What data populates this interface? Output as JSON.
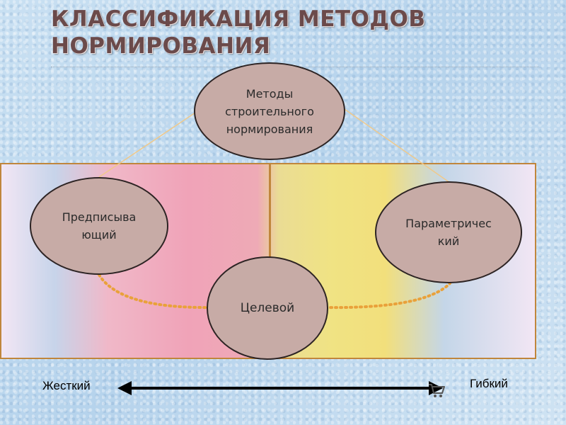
{
  "title": {
    "line1": "КЛАССИФИКАЦИЯ МЕТОДОВ",
    "line2": "НОРМИРОВАНИЯ"
  },
  "nodes": {
    "main": [
      "Методы",
      "строительного",
      "нормирования"
    ],
    "prescriptive": [
      "Предписыва",
      "ющий"
    ],
    "parametric": [
      "Параметричес",
      "кий"
    ],
    "target": "Целевой"
  },
  "scale": {
    "left": "Жесткий",
    "right": "Гибкий"
  },
  "colors": {
    "oval_fill": "#c7aba6",
    "connector": "#f0c98a",
    "dotted_arc": "#e9a13a",
    "panel_border": "#c0863c",
    "arrow": "#000000"
  },
  "icons": {
    "arrow": "double-headed-arrow-icon",
    "cart": "shopping-cart-icon"
  }
}
